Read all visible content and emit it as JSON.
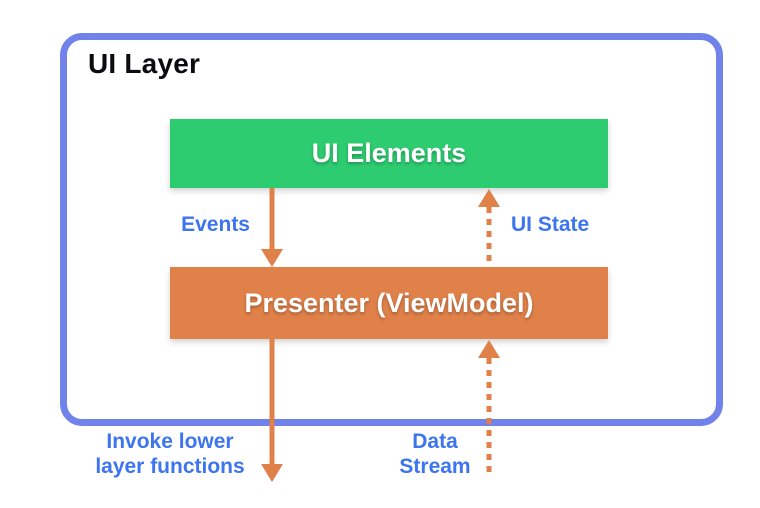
{
  "diagram": {
    "title": "UI Layer",
    "boxes": {
      "ui_elements": {
        "label": "UI Elements",
        "color": "#2ECC71"
      },
      "presenter": {
        "label": "Presenter (ViewModel)",
        "color": "#E0814A"
      }
    },
    "arrow_labels": {
      "events": "Events",
      "ui_state": "UI State",
      "invoke_line1": "Invoke lower",
      "invoke_line2": "layer functions",
      "data_line1": "Data",
      "data_line2": "Stream"
    },
    "arrows": [
      {
        "name": "events-arrow",
        "style": "solid",
        "direction": "down",
        "from": "UI Elements",
        "to": "Presenter (ViewModel)"
      },
      {
        "name": "ui-state-arrow",
        "style": "dashed",
        "direction": "up",
        "from": "Presenter (ViewModel)",
        "to": "UI Elements"
      },
      {
        "name": "invoke-lower-arrow",
        "style": "solid",
        "direction": "down",
        "from": "Presenter (ViewModel)",
        "to": "below UI Layer"
      },
      {
        "name": "data-stream-arrow",
        "style": "dashed",
        "direction": "up",
        "from": "below UI Layer",
        "to": "Presenter (ViewModel)"
      }
    ],
    "colors": {
      "frame_border": "#7182EB",
      "box_green": "#2ECC71",
      "box_orange": "#E0814A",
      "arrow_orange": "#E0814A",
      "label_blue": "#3D74F0",
      "title_text": "#0C0C10",
      "box_text": "#FFFFFF",
      "background": "#FFFFFF"
    }
  }
}
